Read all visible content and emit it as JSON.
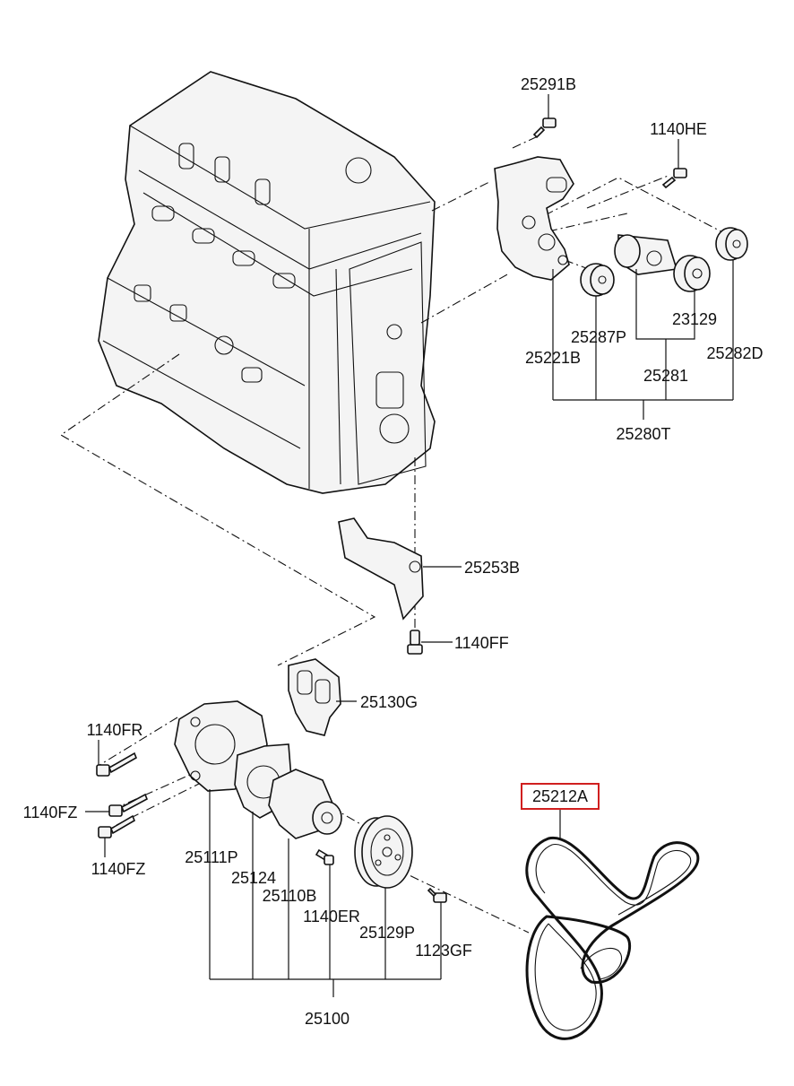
{
  "highlight_color": "#d01f1f",
  "highlighted_part": "25212A",
  "labels": {
    "p25291B": "25291B",
    "p1140HE": "1140HE",
    "p25287P": "25287P",
    "p23129": "23129",
    "p25221B": "25221B",
    "p25281": "25281",
    "p25282D": "25282D",
    "p25280T": "25280T",
    "p25253B": "25253B",
    "p1140FF": "1140FF",
    "p25130G": "25130G",
    "p1140FR": "1140FR",
    "p1140FZ_a": "1140FZ",
    "p1140FZ_b": "1140FZ",
    "p25111P": "25111P",
    "p25124": "25124",
    "p25110B": "25110B",
    "p1140ER": "1140ER",
    "p25129P": "25129P",
    "p1123GF": "1123GF",
    "p25100": "25100",
    "p25212A": "25212A"
  }
}
